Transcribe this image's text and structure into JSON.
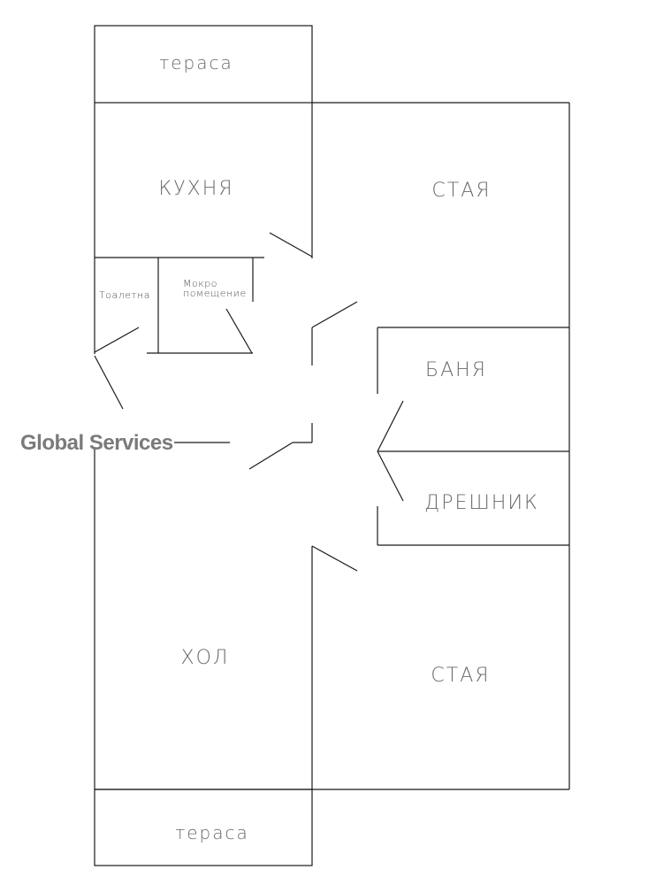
{
  "plan": {
    "rooms": {
      "terrace_top": "тераса",
      "kitchen": "КУХНЯ",
      "room_top": "СТАЯ",
      "toilet": "Тоалетна",
      "wet_room_line1": "Мокро",
      "wet_room_line2": "помещение",
      "bathroom": "БАНЯ",
      "closet": "ДРЕШНИК",
      "hall": "ХОЛ",
      "room_bottom": "СТАЯ",
      "terrace_bottom": "тераса"
    },
    "watermark": "Global Services"
  },
  "colors": {
    "line": "#1a1a1a",
    "label": "#6a6a6a",
    "watermark": "#7a7a7a"
  }
}
